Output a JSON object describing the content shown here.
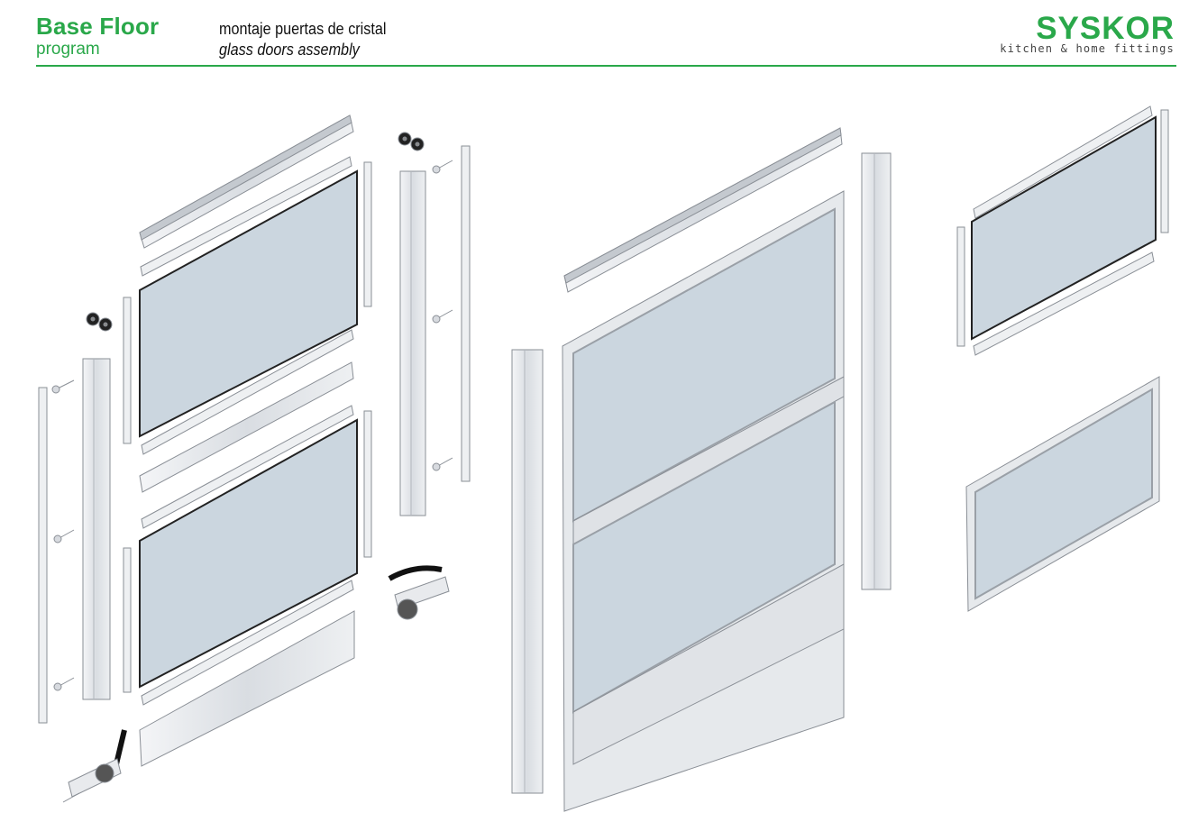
{
  "header": {
    "program_title": "Base Floor",
    "program_subtitle": "program",
    "description_es": "montaje puertas de cristal",
    "description_en": "glass doors assembly",
    "brand_name": "SYSKOR",
    "brand_tagline": "kitchen & home fittings"
  },
  "colors": {
    "accent": "#2aa84a",
    "glass": "#cbd6df",
    "aluminium": "#e3e6ea",
    "outline": "#8a8f96"
  },
  "illustration": {
    "subject": "exploded-view-glass-door-assembly"
  }
}
